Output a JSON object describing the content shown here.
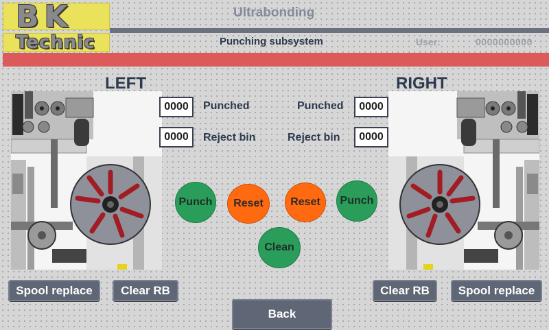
{
  "logo": {
    "line1": "BK",
    "line2": "Technic"
  },
  "header": {
    "title": "Ultrabonding",
    "subtitle": "Punching subsystem",
    "user_label": "User:",
    "user_value": "0000000000"
  },
  "left": {
    "title": "LEFT",
    "punched_label": "Punched",
    "punched_value": "0000",
    "reject_label": "Reject bin",
    "reject_value": "0000",
    "punch_button": "Punch",
    "reset_button": "Reset",
    "spool_button": "Spool replace",
    "clear_button": "Clear RB"
  },
  "right": {
    "title": "RIGHT",
    "punched_label": "Punched",
    "punched_value": "0000",
    "reject_label": "Reject bin",
    "reject_value": "0000",
    "punch_button": "Punch",
    "reset_button": "Reset",
    "spool_button": "Spool replace",
    "clear_button": "Clear RB"
  },
  "center": {
    "clean_button": "Clean"
  },
  "footer": {
    "back_button": "Back"
  },
  "colors": {
    "accent_bar": "#dd5a5a",
    "logo_yellow": "#e9e25a",
    "punch_green": "#2a9d5b",
    "reset_orange": "#ff6a10",
    "spoke_red": "#a21c24",
    "button_gray": "#5f6675"
  },
  "icons": {
    "machine_illustration": "punching-machine-icon",
    "spool": "spool-icon"
  }
}
